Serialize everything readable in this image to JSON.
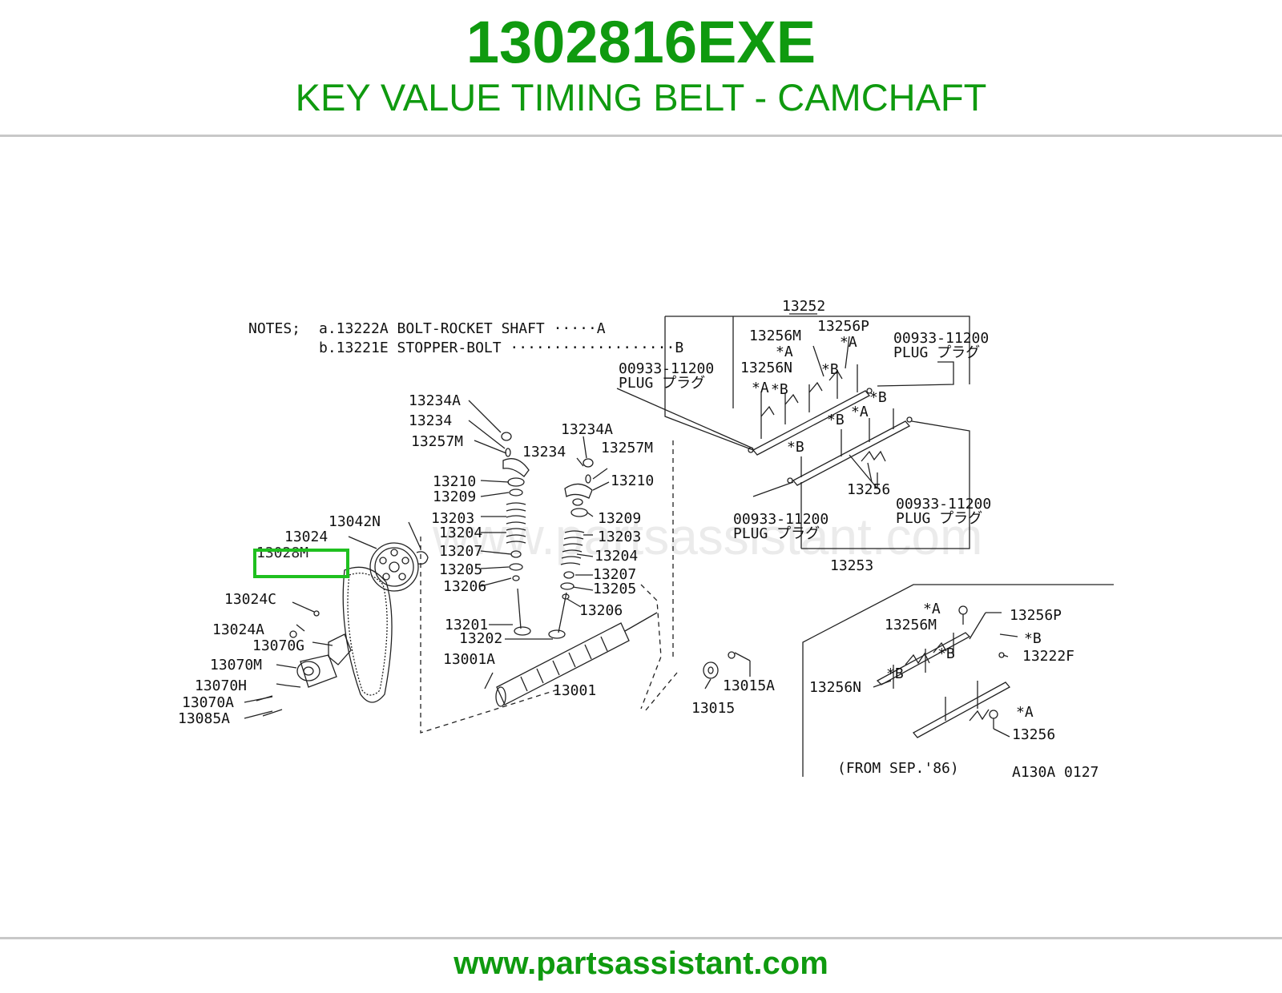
{
  "header": {
    "part_number": "1302816EXE",
    "description": "KEY VALUE TIMING BELT - CAMCHAFT"
  },
  "footer": {
    "url": "www.partsassistant.com"
  },
  "colors": {
    "brand_green": "#0f9a0f",
    "highlight_green": "#1fc01f",
    "rule_gray": "#c8c8c8"
  },
  "diagram": {
    "watermark": "www.partsassistant.com",
    "notes": {
      "prefix": "NOTES;",
      "a": "a.13222A BOLT-ROCKET SHAFT ·····A",
      "b": "b.13221E STOPPER-BOLT ···················B"
    },
    "highlighted": "13028M",
    "labels": {
      "l13252": "13252",
      "l13256M": "13256M",
      "l13256P": "13256P",
      "plug_tr": "00933-11200",
      "plug_tr_name": "PLUG プラグ",
      "plug_tl": "00933-11200",
      "plug_tl_name": "PLUG プラグ",
      "l13256N": "13256N",
      "l13234A_1": "13234A",
      "l13234_1": "13234",
      "l13257M_1": "13257M",
      "l13234A_2": "13234A",
      "l13234_2": "13234",
      "l13257M_2": "13257M",
      "l13210_1": "13210",
      "l13209_1": "13209",
      "l13210_2": "13210",
      "l13203_1": "13203",
      "l13204_1": "13204",
      "l13209_2": "13209",
      "l13203_2": "13203",
      "l13207_1": "13207",
      "l13204_2": "13204",
      "l13205_1": "13205",
      "l13207_2": "13207",
      "l13206_1": "13206",
      "l13205_2": "13205",
      "l13206_2": "13206",
      "l13042N": "13042N",
      "l13024": "13024",
      "l13028M": "13028M",
      "l13256": "13256",
      "plug_mr": "00933-11200",
      "plug_mr_name": "PLUG プラグ",
      "plug_mid": "00933-11200",
      "plug_mid_name": "PLUG プラグ",
      "l13253": "13253",
      "l13024C": "13024C",
      "l13024A": "13024A",
      "l13070G": "13070G",
      "l13070M": "13070M",
      "l13070H": "13070H",
      "l13070A": "13070A",
      "l13085A": "13085A",
      "l13201": "13201",
      "l13202": "13202",
      "l13001A": "13001A",
      "l13001": "13001",
      "l13015": "13015",
      "l13015A": "13015A",
      "inset_13256M": "13256M",
      "inset_13256P": "13256P",
      "inset_13222F": "13222F",
      "inset_13256N": "13256N",
      "inset_13256": "13256",
      "inset_from": "(FROM SEP.'86)",
      "ref_code": "A130A 0127"
    },
    "markers": {
      "a": "*A",
      "b": "*B"
    }
  }
}
